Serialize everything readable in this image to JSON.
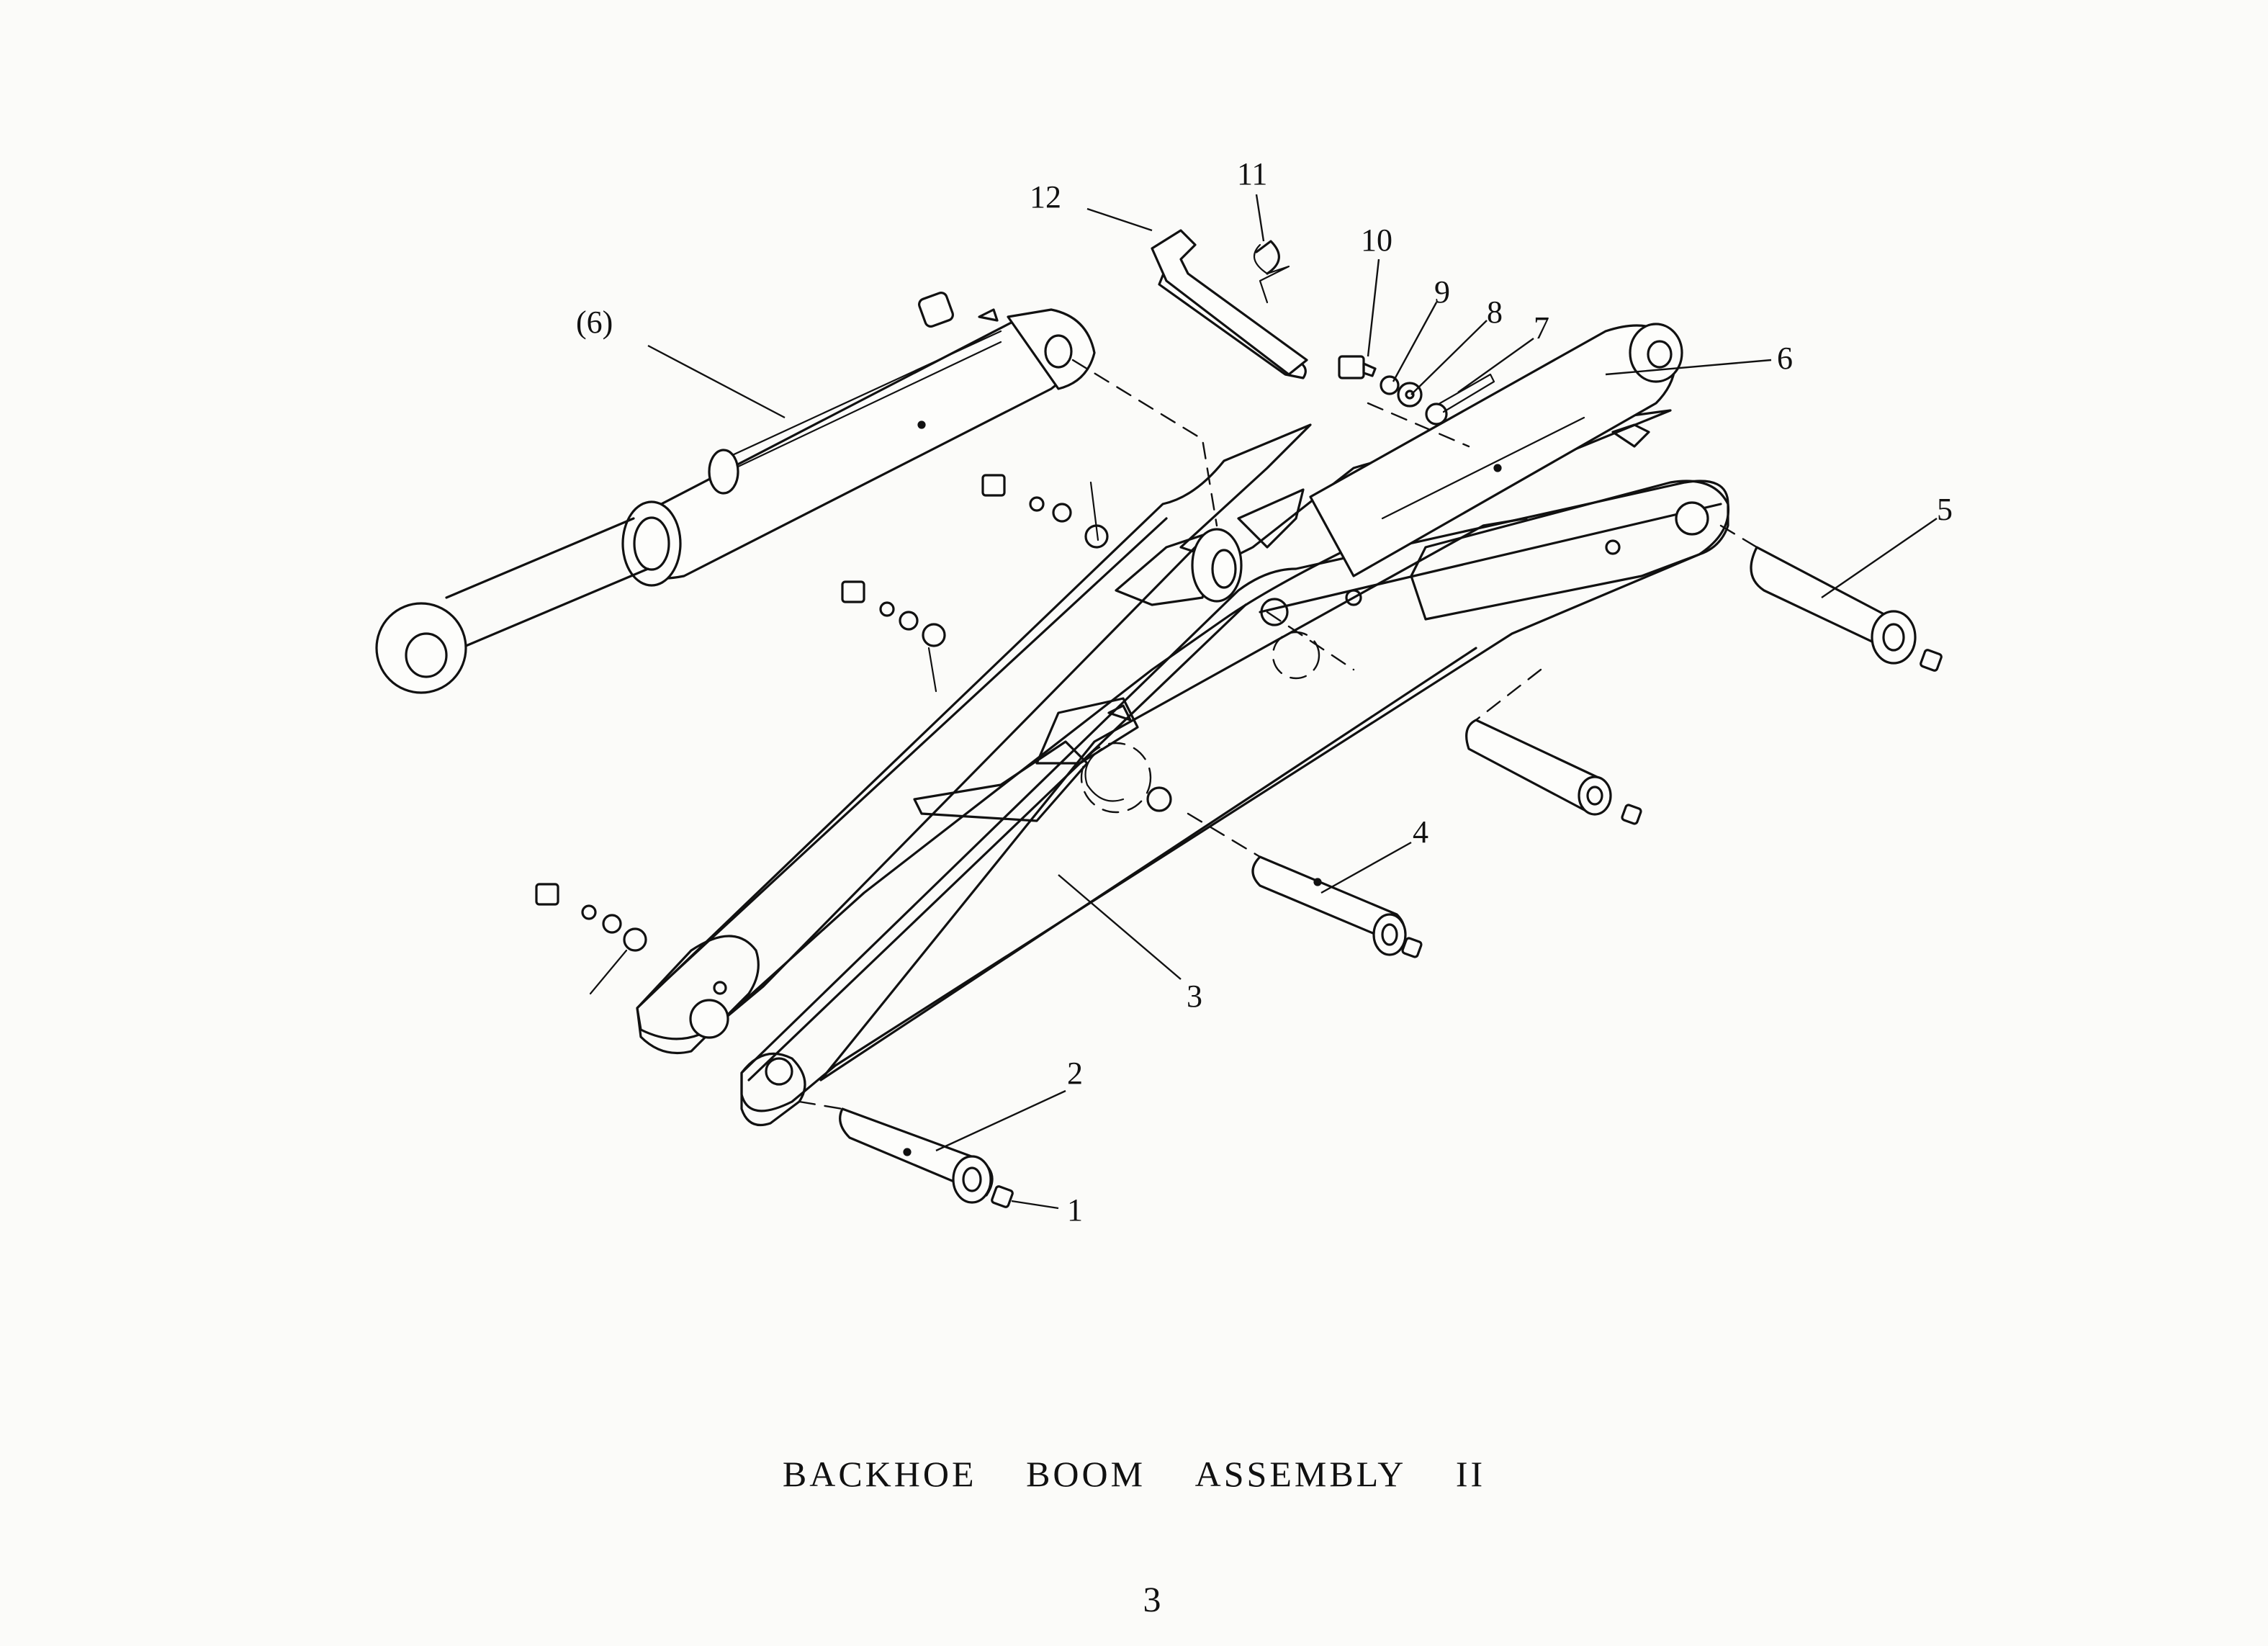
{
  "document": {
    "title_words": [
      "BACKHOE",
      "BOOM",
      "ASSEMBLY",
      "II"
    ],
    "page_number": "3"
  },
  "callouts": [
    {
      "id": "c1",
      "label": "1"
    },
    {
      "id": "c2",
      "label": "2"
    },
    {
      "id": "c3",
      "label": "3"
    },
    {
      "id": "c4",
      "label": "4"
    },
    {
      "id": "c5",
      "label": "5"
    },
    {
      "id": "c6",
      "label": "6"
    },
    {
      "id": "c6p",
      "label": "(6)"
    },
    {
      "id": "c7",
      "label": "7"
    },
    {
      "id": "c8",
      "label": "8"
    },
    {
      "id": "c9",
      "label": "9"
    },
    {
      "id": "c10",
      "label": "10"
    },
    {
      "id": "c11",
      "label": "11"
    },
    {
      "id": "c12",
      "label": "12"
    }
  ],
  "colors": {
    "ink": "#111111",
    "paper": "#fbfbf9"
  }
}
